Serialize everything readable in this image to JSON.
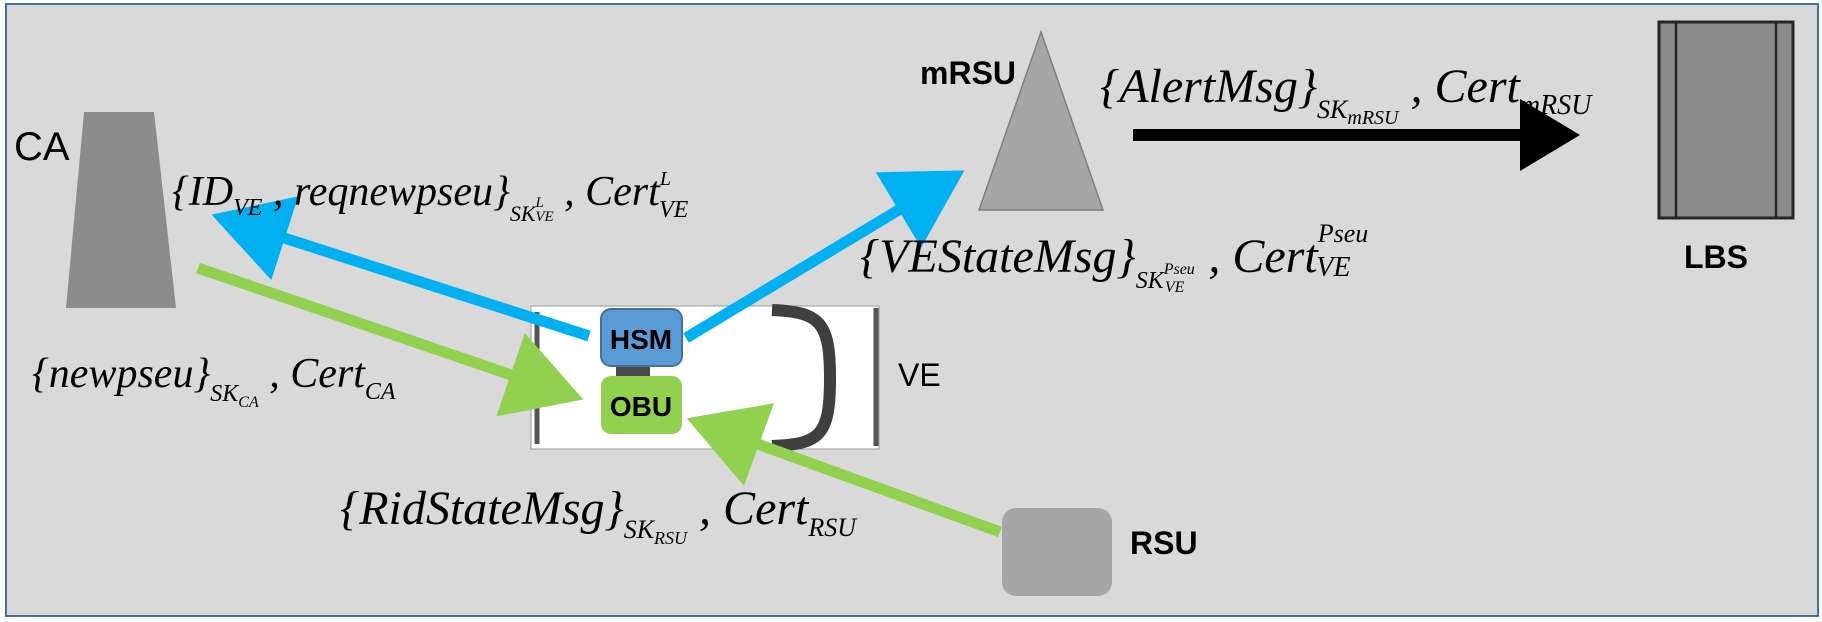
{
  "colors": {
    "background": "#d9d9d9",
    "frame": "#41719c",
    "node_gray": "#8c8c8c",
    "node_light_gray": "#a6a6a6",
    "hsm_blue": "#5b9bd5",
    "obu_green": "#92d050",
    "arrow_blue": "#00b0f0",
    "arrow_green": "#92d050",
    "arrow_black": "#000000",
    "car_body": "#ffffff"
  },
  "nodes": {
    "ca": {
      "label": "CA",
      "icon": "trapezoid-tower-icon"
    },
    "mrsu": {
      "label": "mRSU",
      "icon": "triangle-antenna-icon"
    },
    "lbs": {
      "label": "LBS",
      "icon": "server-rack-icon"
    },
    "rsu": {
      "label": "RSU",
      "icon": "rounded-box-icon"
    },
    "ve": {
      "label": "VE",
      "icon": "car-topview-icon"
    },
    "hsm": {
      "label": "HSM"
    },
    "obu": {
      "label": "OBU"
    }
  },
  "messages": {
    "alert": {
      "open": "{",
      "body": "AlertMsg",
      "close": "}",
      "sk_base": "SK",
      "sk_sub": "mRSU",
      "sep": " , ",
      "cert": "Cert",
      "cert_sub": "mRSU"
    },
    "request": {
      "open": "{",
      "id": "ID",
      "id_sub": "VE",
      "comma": " , ",
      "body": "reqnewpseu",
      "close": "}",
      "sk_base": "SK",
      "sk_sup": "L",
      "sk_sub": "VE",
      "sep": " , ",
      "cert": "Cert",
      "cert_sup": "L",
      "cert_sub": "VE"
    },
    "vestate": {
      "open": "{",
      "body": "VEStateMsg",
      "close": "}",
      "sk_base": "SK",
      "sk_sup": "Pseu",
      "sk_sub": "VE",
      "sep": " , ",
      "cert": "Cert",
      "cert_sup": "Pseu",
      "cert_sub": "VE"
    },
    "newpseu": {
      "open": "{",
      "body": "newpseu",
      "close": "}",
      "sk_base": "SK",
      "sk_sub": "CA",
      "sep": " , ",
      "cert": "Cert",
      "cert_sub": "CA"
    },
    "ridstate": {
      "open": "{",
      "body": "RidStateMsg",
      "close": "}",
      "sk_base": "SK",
      "sk_sub": "RSU",
      "sep": " , ",
      "cert": "Cert",
      "cert_sub": "RSU"
    }
  }
}
